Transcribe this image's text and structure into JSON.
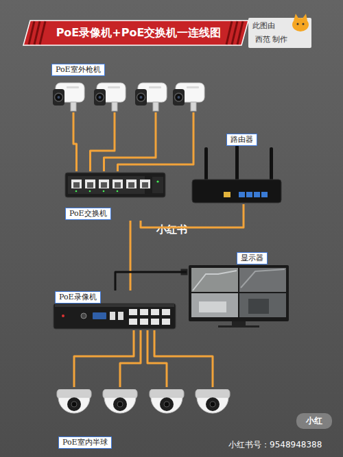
{
  "diagram": {
    "title": "PoE录像机+PoE交换机一连线图",
    "nodes": [
      {
        "text": [
          "PoE室外枪机"
        ]
      },
      {
        "text": [
          "路由器"
        ]
      },
      {
        "text": [
          "PoE交换机"
        ]
      },
      {
        "text": [
          "显示器"
        ]
      },
      {
        "text": [
          "PoE录像机"
        ]
      },
      {
        "text": [
          "PoE室内半球"
        ]
      }
    ],
    "edges": [
      {
        "from": 0,
        "to": 2,
        "arrow": "none"
      },
      {
        "from": 0,
        "to": 2,
        "arrow": "none"
      },
      {
        "from": 0,
        "to": 2,
        "arrow": "none"
      },
      {
        "from": 0,
        "to": 2,
        "arrow": "none"
      },
      {
        "from": 2,
        "to": 1,
        "arrow": "none"
      },
      {
        "from": 2,
        "to": 4,
        "arrow": "none"
      },
      {
        "from": 4,
        "to": 3,
        "arrow": "none"
      },
      {
        "from": 4,
        "to": 5,
        "arrow": "none"
      },
      {
        "from": 4,
        "to": 5,
        "arrow": "none"
      },
      {
        "from": 4,
        "to": 5,
        "arrow": "none"
      },
      {
        "from": 4,
        "to": 5,
        "arrow": "none"
      }
    ],
    "labels": [
      "此图由",
      "西范 制作",
      "小红书",
      "小红",
      "小红书号：9548948388"
    ]
  }
}
